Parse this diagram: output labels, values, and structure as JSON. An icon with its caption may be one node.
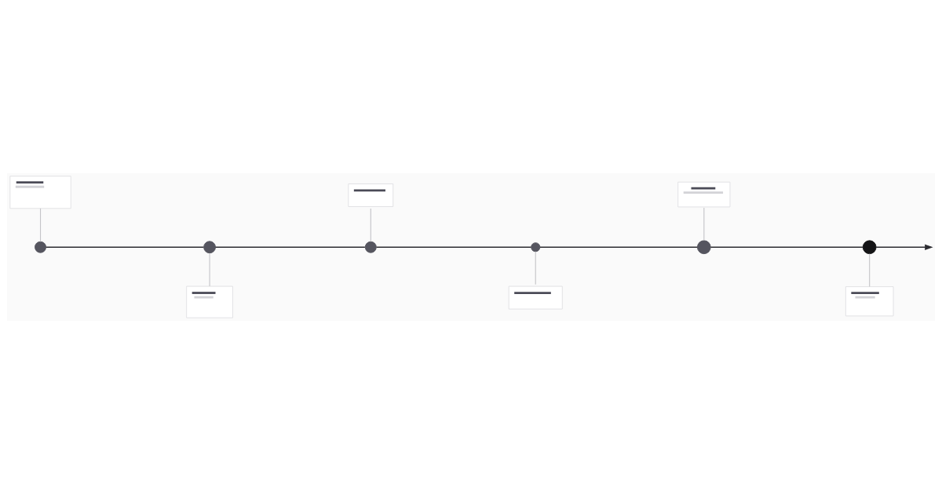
{
  "diagram": {
    "nodes": [
      {
        "text": [],
        "shape": "circle"
      },
      {
        "text": [],
        "shape": "circle"
      },
      {
        "text": [],
        "shape": "circle"
      },
      {
        "text": [],
        "shape": "circle"
      },
      {
        "text": [],
        "shape": "circle"
      },
      {
        "text": [],
        "shape": "circle"
      },
      {
        "text": [],
        "shape": "box"
      },
      {
        "text": [],
        "shape": "box"
      },
      {
        "text": [],
        "shape": "box"
      },
      {
        "text": [],
        "shape": "box"
      },
      {
        "text": [],
        "shape": "box"
      },
      {
        "text": [],
        "shape": "box"
      }
    ],
    "edges": [
      {
        "from": 0,
        "to": 1,
        "arrow": "none"
      },
      {
        "from": 1,
        "to": 2,
        "arrow": "none"
      },
      {
        "from": 2,
        "to": 3,
        "arrow": "none"
      },
      {
        "from": 3,
        "to": 4,
        "arrow": "none"
      },
      {
        "from": 4,
        "to": 5,
        "arrow": "none"
      },
      {
        "from": 5,
        "to": null,
        "arrow": "to"
      },
      {
        "from": 6,
        "to": 0,
        "arrow": "none",
        "color": "#c4c4c8"
      },
      {
        "from": 1,
        "to": 7,
        "arrow": "none",
        "color": "#c4c4c8"
      },
      {
        "from": 8,
        "to": 2,
        "arrow": "none",
        "color": "#c4c4c8"
      },
      {
        "from": 3,
        "to": 9,
        "arrow": "none",
        "color": "#c4c4c8"
      },
      {
        "from": 10,
        "to": 4,
        "arrow": "none",
        "color": "#c4c4c8"
      },
      {
        "from": 5,
        "to": 11,
        "arrow": "none",
        "color": "#c4c4c8"
      }
    ]
  }
}
